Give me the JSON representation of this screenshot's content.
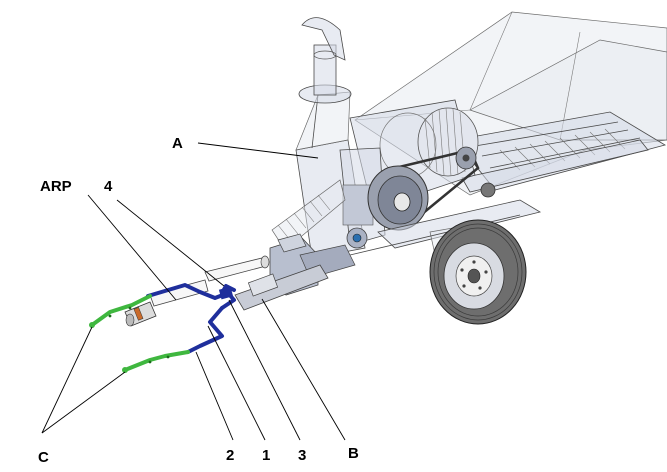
{
  "labels": {
    "A": "A",
    "ARP": "ARP",
    "n4": "4",
    "C": "C",
    "n2": "2",
    "n1": "1",
    "n3": "3",
    "B": "B"
  },
  "colors": {
    "arm_blue": "#1f2f9c",
    "arm_green": "#3fb73f",
    "steel": "#7a8396",
    "wheel": "#5a5a5a"
  }
}
